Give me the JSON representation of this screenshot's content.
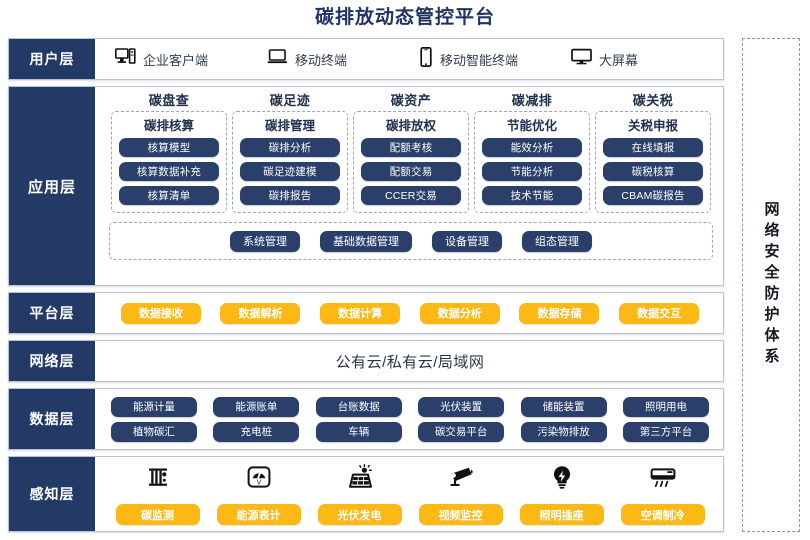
{
  "title": "碳排放动态管控平台",
  "security_band": {
    "label": "网络安全防护体系"
  },
  "layers": {
    "user": {
      "label": "用户层"
    },
    "app": {
      "label": "应用层"
    },
    "platform": {
      "label": "平台层"
    },
    "network": {
      "label": "网络层"
    },
    "data": {
      "label": "数据层"
    },
    "sense": {
      "label": "感知层"
    }
  },
  "user_layer": {
    "items": [
      {
        "icon": "desktop-pc-icon",
        "label": "企业客户端"
      },
      {
        "icon": "laptop-icon",
        "label": "移动终端"
      },
      {
        "icon": "smartphone-icon",
        "label": "移动智能终端"
      },
      {
        "icon": "large-screen-icon",
        "label": "大屏幕"
      }
    ]
  },
  "app_layer": {
    "columns": [
      {
        "title": "碳盘查",
        "subtitle": "碳排核算",
        "items": [
          "核算模型",
          "核算数据补充",
          "核算清单"
        ]
      },
      {
        "title": "碳足迹",
        "subtitle": "碳排管理",
        "items": [
          "碳排分析",
          "碳足迹建模",
          "碳排报告"
        ]
      },
      {
        "title": "碳资产",
        "subtitle": "碳排放权",
        "items": [
          "配额考核",
          "配额交易",
          "CCER交易"
        ]
      },
      {
        "title": "碳减排",
        "subtitle": "节能优化",
        "items": [
          "能效分析",
          "节能分析",
          "技术节能"
        ]
      },
      {
        "title": "碳关税",
        "subtitle": "关税申报",
        "items": [
          "在线填报",
          "碳税核算",
          "CBAM碳报告"
        ]
      }
    ],
    "management": [
      "系统管理",
      "基础数据管理",
      "设备管理",
      "组态管理"
    ]
  },
  "platform_layer": {
    "items": [
      "数据接收",
      "数据解析",
      "数据计算",
      "数据分析",
      "数据存储",
      "数据交互"
    ]
  },
  "network_layer": {
    "text": "公有云/私有云/局域网"
  },
  "data_layer": {
    "row1": [
      "能源计量",
      "能源账单",
      "台账数据",
      "光伏装置",
      "储能装置",
      "照明用电"
    ],
    "row2": [
      "植物碳汇",
      "充电桩",
      "车辆",
      "碳交易平台",
      "污染物排放",
      "第三方平台"
    ]
  },
  "sense_layer": {
    "items": [
      {
        "icon": "carbon-monitor-icon",
        "label": "碳监测"
      },
      {
        "icon": "energy-meter-icon",
        "label": "能源表计"
      },
      {
        "icon": "solar-panel-icon",
        "label": "光伏发电"
      },
      {
        "icon": "cctv-camera-icon",
        "label": "视频监控"
      },
      {
        "icon": "light-bulb-icon",
        "label": "照明插座"
      },
      {
        "icon": "air-conditioner-icon",
        "label": "空调制冷"
      }
    ]
  },
  "colors": {
    "navy": "#243a66",
    "pill_navy": "#2b3f6b",
    "yellow": "#fcb814",
    "title": "#1f3461",
    "border": "#b9c2d6"
  }
}
